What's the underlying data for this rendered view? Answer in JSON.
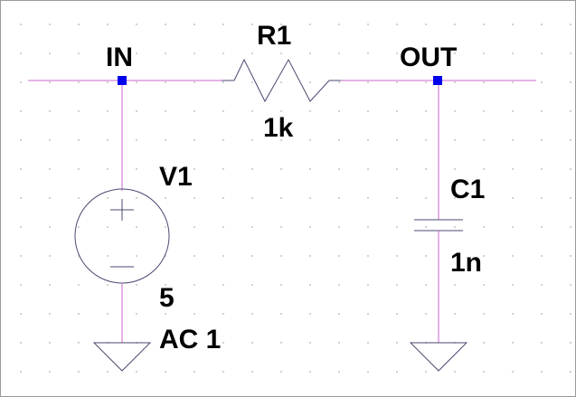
{
  "nets": {
    "in": "IN",
    "out": "OUT"
  },
  "components": {
    "r1": {
      "name": "R1",
      "value": "1k"
    },
    "c1": {
      "name": "C1",
      "value": "1n"
    },
    "v1": {
      "name": "V1",
      "value": "5",
      "ac": "AC 1"
    }
  },
  "colors": {
    "wire": "#cc66cc",
    "component": "#4a4a70",
    "junction": "#0000ee",
    "grid_dot": "#c8c8c8",
    "text": "#000000"
  }
}
